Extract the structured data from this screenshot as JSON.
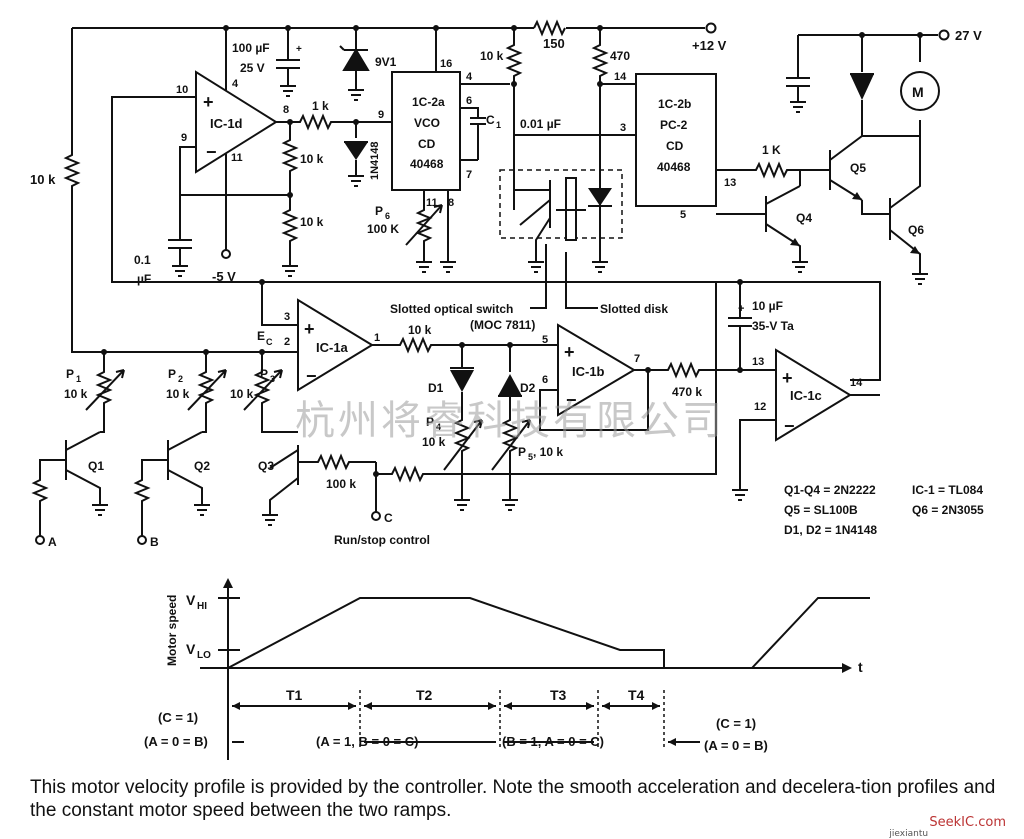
{
  "supply": {
    "plus12": "+12 V",
    "plus27": "27 V",
    "minus5": "-5 V"
  },
  "ics": {
    "ic1d": "IC-1d",
    "ic1a": "IC-1a",
    "ic1b": "IC-1b",
    "ic1c": "IC-1c",
    "ic2a": [
      "1C-2a",
      "VCO",
      "CD",
      "40468"
    ],
    "ic2b": [
      "1C-2b",
      "PC-2",
      "CD",
      "40468"
    ]
  },
  "pins": {
    "p4": "4",
    "p8": "8",
    "p9": "9",
    "p10": "10",
    "p11": "11",
    "p16": "16",
    "p9b": "9",
    "p6": "6",
    "p7": "7",
    "p11b": "11",
    "p8b": "8",
    "p4b": "4",
    "p14": "14",
    "p3": "3",
    "p13": "13",
    "p5": "5",
    "p3a": "3",
    "p2": "2",
    "p1": "1",
    "p5b": "5",
    "p6b": "6",
    "p7b": "7",
    "p13c": "13",
    "p12": "12",
    "p14c": "14"
  },
  "components": {
    "c100": "100 µF",
    "c100v": "25 V",
    "z9v1": "9V1",
    "r1k": "1 k",
    "r10ka": "10 k",
    "r10kb": "10 k",
    "d1n4148": "1N4148",
    "c01": "0.1",
    "c01u": "µF",
    "r10kleft": "10 k",
    "r10ktop": "10 k",
    "r150": "150",
    "r470": "470",
    "c1": "C",
    "c1sub": "1",
    "c1val": "0.01 µF",
    "p6": "P",
    "p6sub": "6",
    "p6val": "100 K",
    "r1k2": "1 K",
    "q4": "Q4",
    "q5": "Q5",
    "q6": "Q6",
    "motor": "M",
    "ec": "E",
    "ecsub": "C",
    "r10k1a": "10 k",
    "d1": "D1",
    "d2": "D2",
    "p4lab": "P",
    "p4sub": "4",
    "p4val": "10 k",
    "p5lab": "P",
    "p5sub": "5",
    "p5val": ", 10 k",
    "r470k": "470 k",
    "c10u": "10 µF",
    "c10v": "35-V Ta",
    "plus": "+",
    "p1": "P",
    "p1sub": "1",
    "p1val": "10 k",
    "p2": "P",
    "p2sub": "2",
    "p2val": "10 k",
    "p3": "P",
    "p3sub": "3",
    "p3val": "10 k",
    "q1": "Q1",
    "q2": "Q2",
    "q3": "Q3",
    "r100k": "100 k",
    "inA": "A",
    "inB": "B",
    "inC": "C",
    "runstop": "Run/stop control",
    "optical": "Slotted optical switch",
    "opticalpart": "(MOC 7811)",
    "disk": "Slotted disk"
  },
  "parts_list": {
    "q1q4": "Q1-Q4 = 2N2222",
    "q5": "Q5 = SL100B",
    "d1d2": "D1, D2 = 1N4148",
    "ic1": "IC-1 = TL084",
    "q6": "Q6 = 2N3055"
  },
  "profile": {
    "ylabel": "Motor speed",
    "vhi": "V",
    "vhisub": "HI",
    "vlo": "V",
    "vlosub": "LO",
    "xaxis": "t",
    "t1": "T1",
    "t2": "T2",
    "t3": "T3",
    "t4": "T4",
    "cond_left_1": "(C = 1)",
    "cond_left_2": "(A = 0 = B)",
    "cond_t12": "(A = 1, B = 0 = C)",
    "cond_t34": "(B = 1, A = 0 = C)",
    "cond_right_1": "(C = 1)",
    "cond_right_2": "(A = 0 = B)"
  },
  "caption": "This motor velocity profile is provided by the controller. Note the smooth acceleration and decelera-tion profiles and the constant motor speed between the two ramps.",
  "watermark": "杭州将睿科技有限公司",
  "logo": {
    "main": "SeekIC.com",
    "sub": "jiexiantu"
  }
}
